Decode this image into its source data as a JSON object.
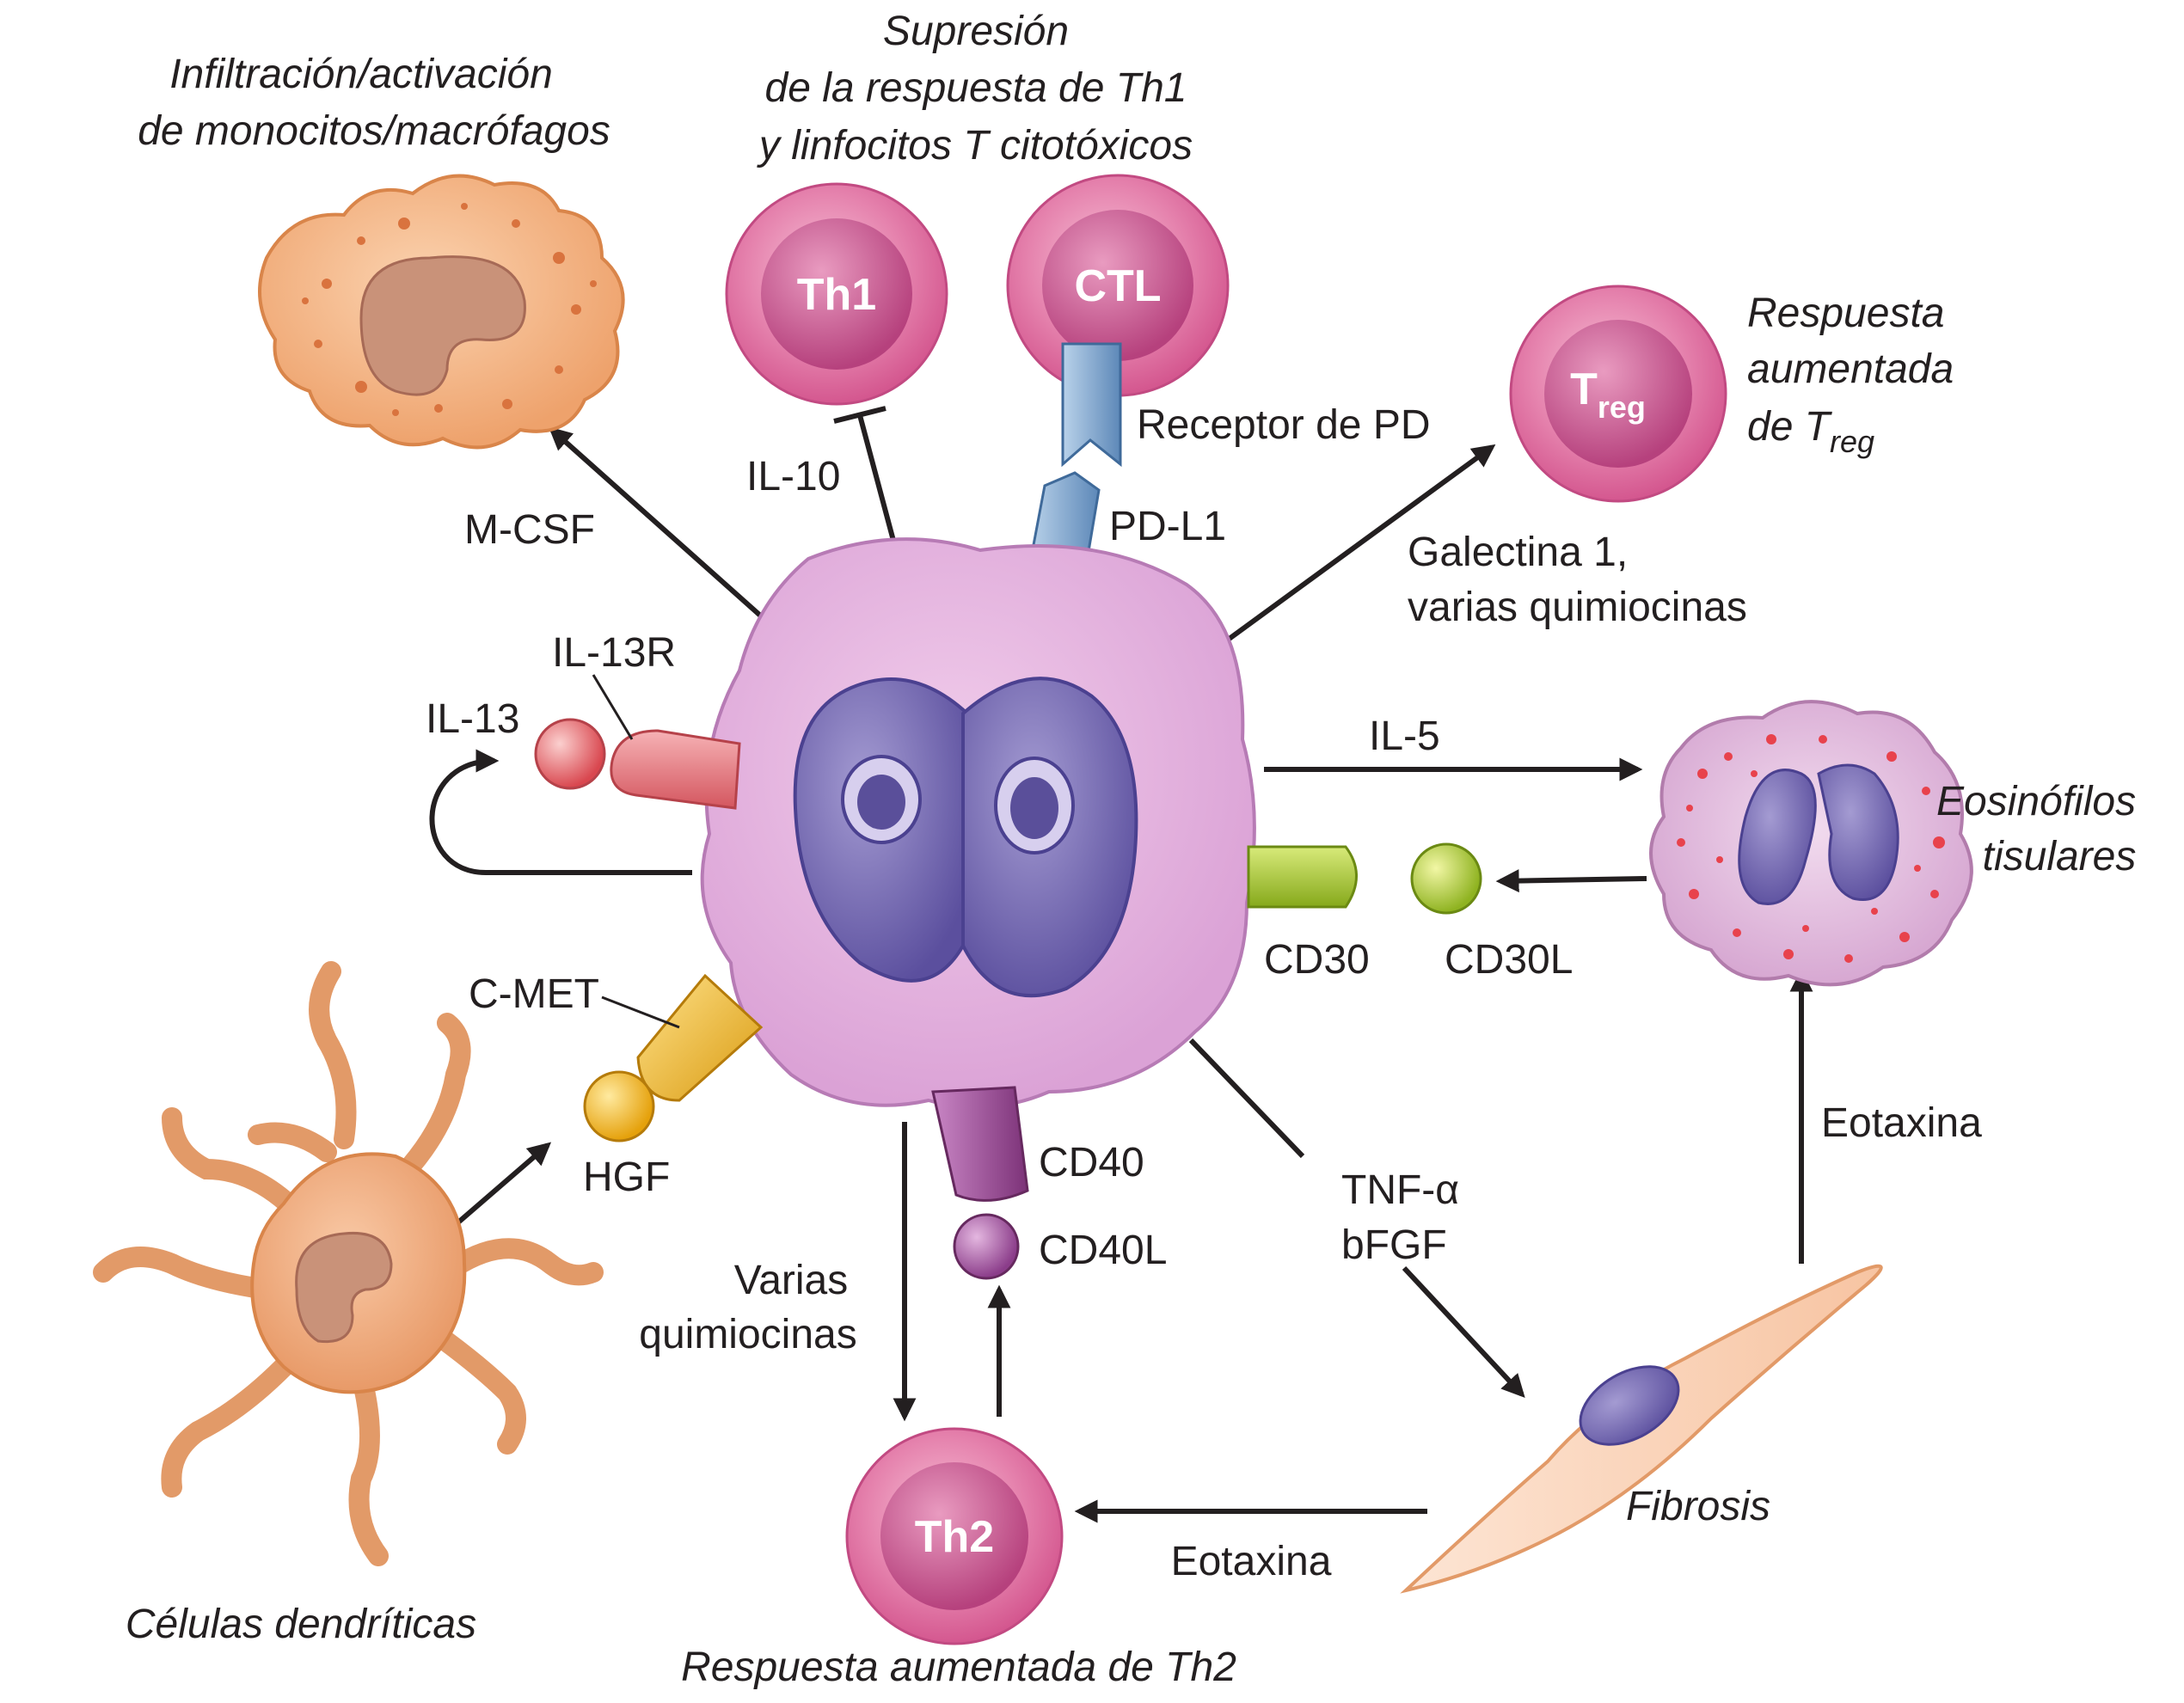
{
  "colors": {
    "ink": "#231f20",
    "hrs_cytoplasm": "#e8b4e0",
    "hrs_nucleus": "#7e74b8",
    "lymphocyte": "#e06f9c",
    "macrophage": "#f2b07e",
    "dendritic": "#f3b184",
    "eosinophil_granule": "#e8424c",
    "fibroblast": "#fbd9c3",
    "il13": "#e8737a",
    "cd30": "#9fc62f",
    "cmet": "#f1b71a",
    "cd40": "#a0509a",
    "pd": "#7fa7cf"
  },
  "icons": [
    "hrs-cell",
    "macrophage",
    "th1-cell",
    "ctl-cell",
    "treg-cell",
    "eosinophil",
    "dendritic-cell",
    "th2-cell",
    "fibroblast"
  ],
  "titles": {
    "macrophage": [
      "Infiltración/activación",
      "de monocitos/macrófagos"
    ],
    "suppression": [
      "Supresión",
      "de la respuesta de Th1",
      "y linfocitos T citotóxicos"
    ],
    "treg_resp_1": "Respuesta",
    "treg_resp_2": "aumentada",
    "treg_resp_3_pre": "de T",
    "treg_resp_3_sub": "reg",
    "eosinophils": [
      "Eosinófilos",
      "tisulares"
    ],
    "dendritic": "Células dendríticas",
    "th2_resp": "Respuesta aumentada de Th2",
    "fibrosis": "Fibrosis"
  },
  "cells": {
    "th1": "Th1",
    "ctl": "CTL",
    "treg_main": "T",
    "treg_sub": "reg",
    "th2": "Th2"
  },
  "labels": {
    "mcsf": "M-CSF",
    "il10": "IL-10",
    "pd_receptor": "Receptor de PD",
    "pdl1": "PD-L1",
    "galectina": [
      "Galectina 1,",
      "varias quimiocinas"
    ],
    "il13r": "IL-13R",
    "il13": "IL-13",
    "il5": "IL-5",
    "cd30": "CD30",
    "cd30l": "CD30L",
    "cmet": "C-MET",
    "hgf": "HGF",
    "cd40": "CD40",
    "cd40l": "CD40L",
    "varias_quimiocinas": [
      "Varias",
      "quimiocinas"
    ],
    "tnf": [
      "TNF-α",
      "bFGF"
    ],
    "eotaxina_right": "Eotaxina",
    "eotaxina_bottom": "Eotaxina"
  }
}
